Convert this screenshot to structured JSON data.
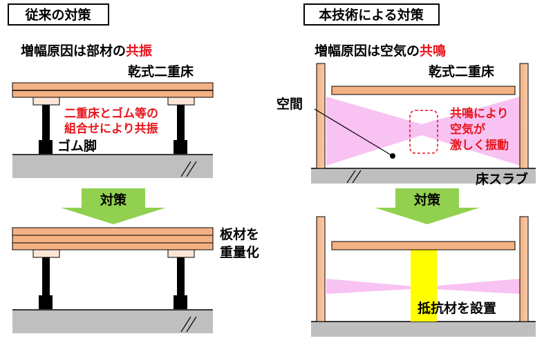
{
  "left": {
    "heading": "従来の対策",
    "cause_prefix": "増幅原因は部材の",
    "cause_highlight": "共振",
    "floor_label": "乾式二重床",
    "resonance_line1": "二重床とゴム等の",
    "resonance_line2": "組合せにより共振",
    "rubber_label": "ゴム脚",
    "arrow_label": "対策",
    "after_line1": "板材を",
    "after_line2": "重量化"
  },
  "right": {
    "heading": "本技術による対策",
    "cause_prefix": "増幅原因は空気の",
    "cause_highlight": "共鳴",
    "floor_label": "乾式二重床",
    "space_label": "空間",
    "resonance_line1": "共鳴により",
    "resonance_line2": "空気が",
    "resonance_line3": "激しく振動",
    "slab_label": "床スラブ",
    "arrow_label": "対策",
    "absorber_label": "抵抗材を設置"
  },
  "colors": {
    "highlight_red": "#e8141b",
    "board_orange": "#f4b183",
    "arrow_green": "#92d050",
    "air_pink": "#f7b7f0",
    "absorber_yellow": "#ffff00",
    "slab_gray": "#bfbfbf"
  }
}
